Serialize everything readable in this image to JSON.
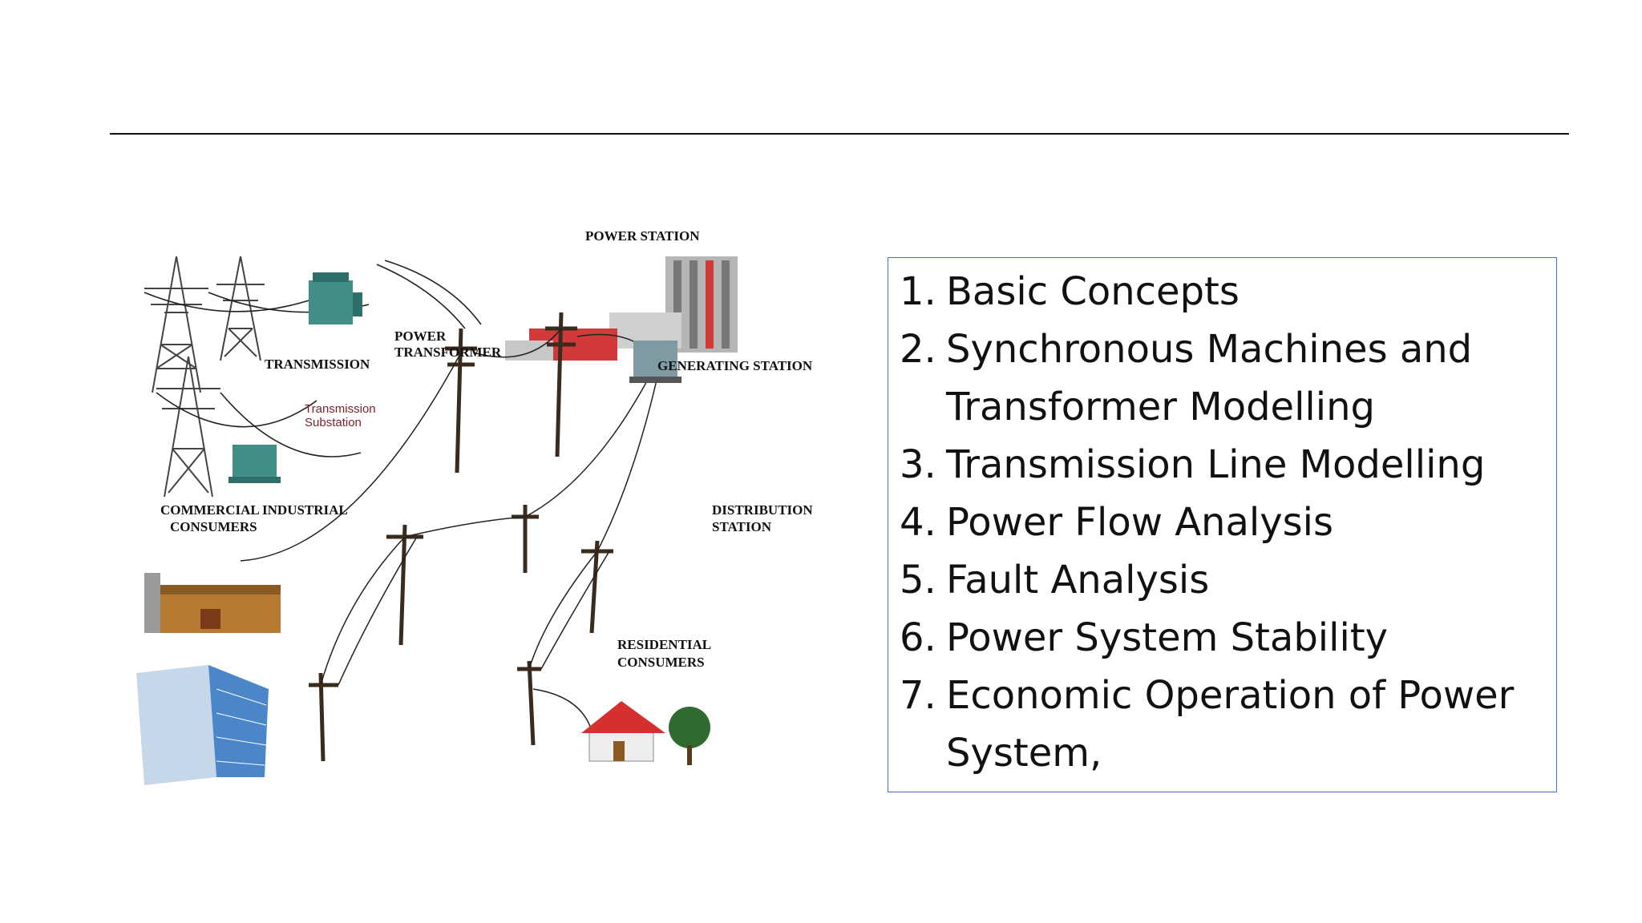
{
  "diagram": {
    "labels": {
      "power_station": "POWER STATION",
      "transmission": "TRANSMISSION",
      "power_transformer_line1": "POWER",
      "power_transformer_line2": "TRANSFORMER",
      "generating_station": "GENERATING STATION",
      "transmission_substation_line1": "Transmission",
      "transmission_substation_line2": "Substation",
      "commercial_line1": "COMMERCIAL INDUSTRIAL",
      "commercial_line2": "CONSUMERS",
      "distribution_line1": "DISTRIBUTION",
      "distribution_line2": "STATION",
      "residential_line1": "RESIDENTIAL",
      "residential_line2": "CONSUMERS"
    }
  },
  "topics": {
    "items": [
      {
        "num": "1.",
        "text": "Basic Concepts"
      },
      {
        "num": "2.",
        "text": "Synchronous Machines and Transformer Modelling"
      },
      {
        "num": "3.",
        "text": "Transmission Line Modelling"
      },
      {
        "num": "4.",
        "text": "Power Flow Analysis"
      },
      {
        "num": "5.",
        "text": "Fault Analysis"
      },
      {
        "num": "6.",
        "text": "Power System Stability"
      },
      {
        "num": "7.",
        "text": "Economic Operation of Power System,"
      }
    ]
  }
}
